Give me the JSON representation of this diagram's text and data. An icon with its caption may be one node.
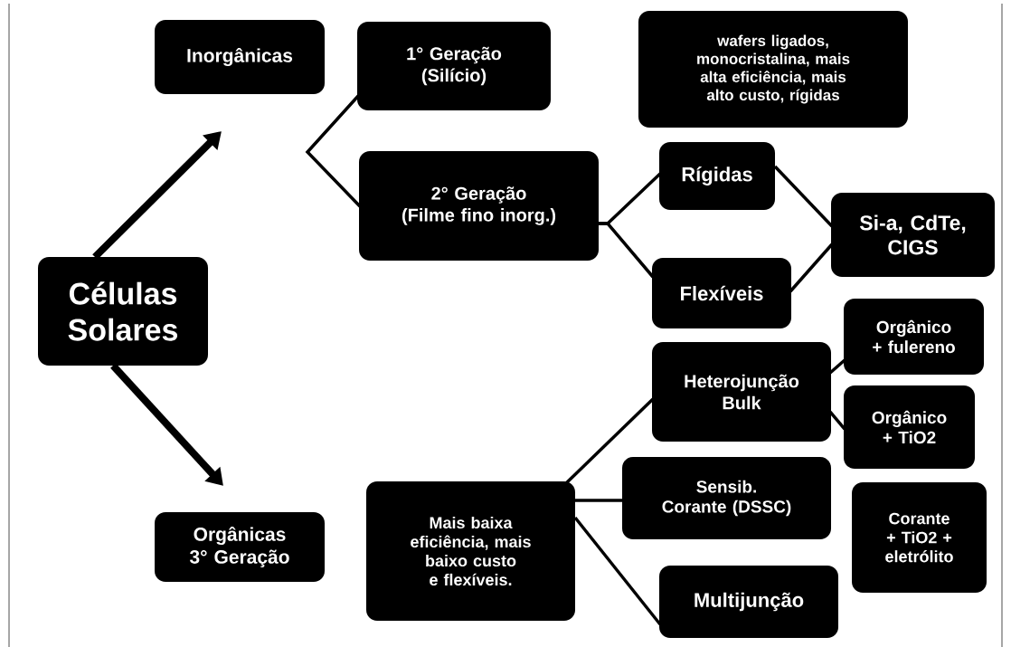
{
  "diagram": {
    "nodes": [
      {
        "text": [
          "Células Solares"
        ]
      },
      {
        "text": [
          "Inorgânicas"
        ]
      },
      {
        "text": [
          "1° Geração",
          "(Silício)"
        ]
      },
      {
        "text": [
          "wafers ligados, monocristalina, mais alta eficiência, mais alto custo, rígidas"
        ]
      },
      {
        "text": [
          "2° Geração",
          "(Filme fino inorg.)"
        ]
      },
      {
        "text": [
          "Rígidas"
        ]
      },
      {
        "text": [
          "Flexíveis"
        ]
      },
      {
        "text": [
          "Si-a, CdTe, CIGS"
        ]
      },
      {
        "text": [
          "Orgânico + fulereno"
        ]
      },
      {
        "text": [
          "Heterojunção Bulk"
        ]
      },
      {
        "text": [
          "Orgânico + TiO2"
        ]
      },
      {
        "text": [
          "Orgânicas",
          "3° Geração"
        ]
      },
      {
        "text": [
          "Mais baixa eficiência, mais baixo custo e flexíveis."
        ]
      },
      {
        "text": [
          "Sensib. Corante (DSSC)"
        ]
      },
      {
        "text": [
          "Corante + TiO2 + eletrólito"
        ]
      },
      {
        "text": [
          "Multijunção"
        ]
      }
    ],
    "edges": [
      {
        "from": 0,
        "to": 1,
        "arrow": "to",
        "style": "thick"
      },
      {
        "from": 0,
        "to": 11,
        "arrow": "to",
        "style": "thick"
      },
      {
        "from": 2,
        "to": 4,
        "arrow": "none"
      },
      {
        "from": 4,
        "to": 5,
        "arrow": "none"
      },
      {
        "from": 4,
        "to": 6,
        "arrow": "none"
      },
      {
        "from": 5,
        "to": 7,
        "arrow": "none"
      },
      {
        "from": 6,
        "to": 7,
        "arrow": "none"
      },
      {
        "from": 12,
        "to": 9,
        "arrow": "none"
      },
      {
        "from": 12,
        "to": 13,
        "arrow": "none"
      },
      {
        "from": 12,
        "to": 15,
        "arrow": "none"
      },
      {
        "from": 9,
        "to": 8,
        "arrow": "none"
      },
      {
        "from": 9,
        "to": 10,
        "arrow": "none"
      }
    ]
  }
}
